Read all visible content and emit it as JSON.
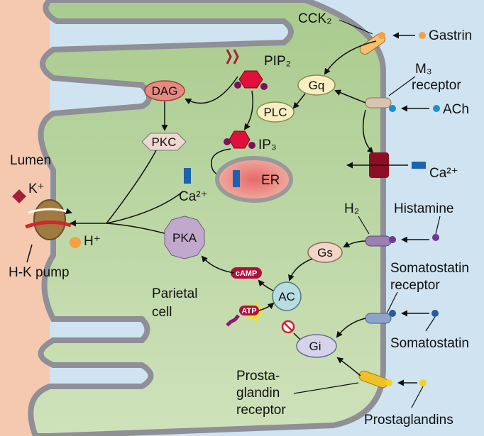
{
  "labels": {
    "lumen": "Lumen",
    "k_plus": "K⁺",
    "h_plus": "H⁺",
    "hk_pump": "H-K pump",
    "parietal_line1": "Parietal",
    "parietal_line2": "cell",
    "cck2": "CCK₂",
    "gastrin": "Gastrin",
    "m3_line1": "M₃",
    "m3_line2": "receptor",
    "ach": "ACh",
    "ca_ext": "Ca²⁺",
    "ca_int": "Ca²⁺",
    "pip2": "PIP₂",
    "ip3": "IP₃",
    "er": "ER",
    "h2": "H₂",
    "histamine": "Histamine",
    "somato_rec_line1": "Somatostatin",
    "somato_rec_line2": "receptor",
    "somatostatin": "Somatostatin",
    "prosta_line1": "Prosta-",
    "prosta_line2": "glandin",
    "prosta_line3": "receptor",
    "prostaglandins": "Prostaglandins"
  },
  "nodes": {
    "dag": "DAG",
    "pkc": "PKC",
    "gq": "Gq",
    "plc": "PLC",
    "pka": "PKA",
    "gs": "Gs",
    "ac": "AC",
    "gi": "Gi",
    "camp": "cAMP",
    "atp": "ATP"
  },
  "colors": {
    "lumen_bg": "#f4c9b0",
    "interstitial_bg": "#cfe3f1",
    "cytoplasm": "#b5d39d",
    "membrane": "#8f8f97",
    "gastrin_ligand": "#f5a040",
    "ach_ligand": "#1c8fd0",
    "histamine_ligand": "#6d3a8f",
    "somatostatin_ligand": "#2b5b9a",
    "prostaglandin_ligand": "#f5d21a",
    "dag_fill": "#e58a80",
    "pip_fill": "#e0103c",
    "pka_fill": "#c0a9cc",
    "ac_fill": "#b8dde0",
    "gi_fill": "#d5d3ea"
  }
}
